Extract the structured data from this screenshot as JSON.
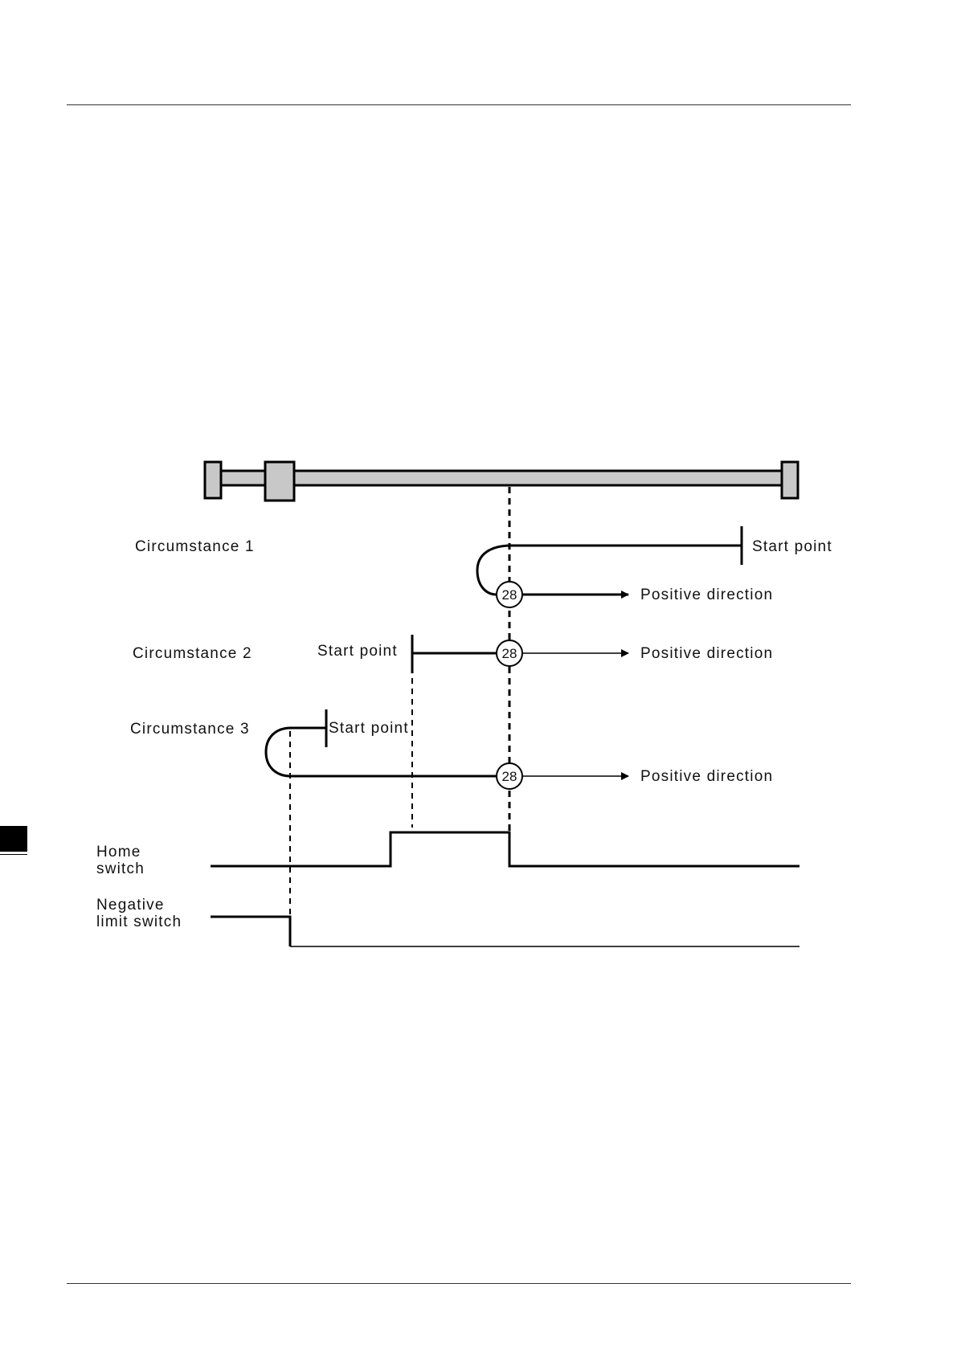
{
  "diagram": {
    "circumstances": [
      {
        "label": "Circumstance 1",
        "start_label": "Start point",
        "direction_label": "Positive direction",
        "marker": "28"
      },
      {
        "label": "Circumstance 2",
        "start_label": "Start point",
        "direction_label": "Positive direction",
        "marker": "28"
      },
      {
        "label": "Circumstance 3",
        "start_label": "Start point",
        "direction_label": "Positive direction",
        "marker": "28"
      }
    ],
    "signals": {
      "home_switch": [
        "Home",
        "switch"
      ],
      "negative_limit_switch": [
        "Negative",
        "limit switch"
      ]
    }
  }
}
